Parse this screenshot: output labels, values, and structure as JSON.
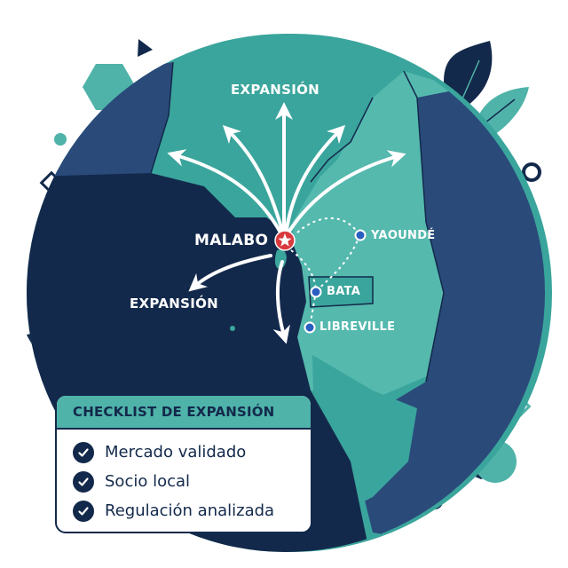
{
  "map": {
    "title_labels": {
      "expansion_north": "EXPANSIÓN",
      "expansion_west": "EXPANSIÓN"
    },
    "hub_city": {
      "name": "MALABO",
      "marker": "star-marker",
      "marker_color": "#d93a3f"
    },
    "cities": [
      {
        "name": "YAOUNDÉ",
        "marker": "dot-marker"
      },
      {
        "name": "BATA",
        "marker": "dot-marker"
      },
      {
        "name": "LIBREVILLE",
        "marker": "dot-marker"
      }
    ],
    "routes": [
      "MALABO → YAOUNDÉ",
      "MALABO → BATA",
      "BATA → LIBREVILLE",
      "YAOUNDÉ → BATA"
    ],
    "expansion_arrows": 7
  },
  "checklist": {
    "title": "CHECKLIST DE EXPANSIÓN",
    "items": [
      {
        "label": "Mercado validado",
        "checked": true,
        "icon": "check-circle-icon"
      },
      {
        "label": "Socio local",
        "checked": true,
        "icon": "check-circle-icon"
      },
      {
        "label": "Regulación analizada",
        "checked": true,
        "icon": "check-circle-icon"
      }
    ]
  },
  "colors": {
    "navy": "#13294b",
    "mid_blue": "#2a4a7a",
    "teal": "#3aa59c",
    "light_teal": "#55b9ae",
    "accent_red": "#d93a3f",
    "city_dot": "#2b5fbf",
    "white": "#ffffff"
  }
}
